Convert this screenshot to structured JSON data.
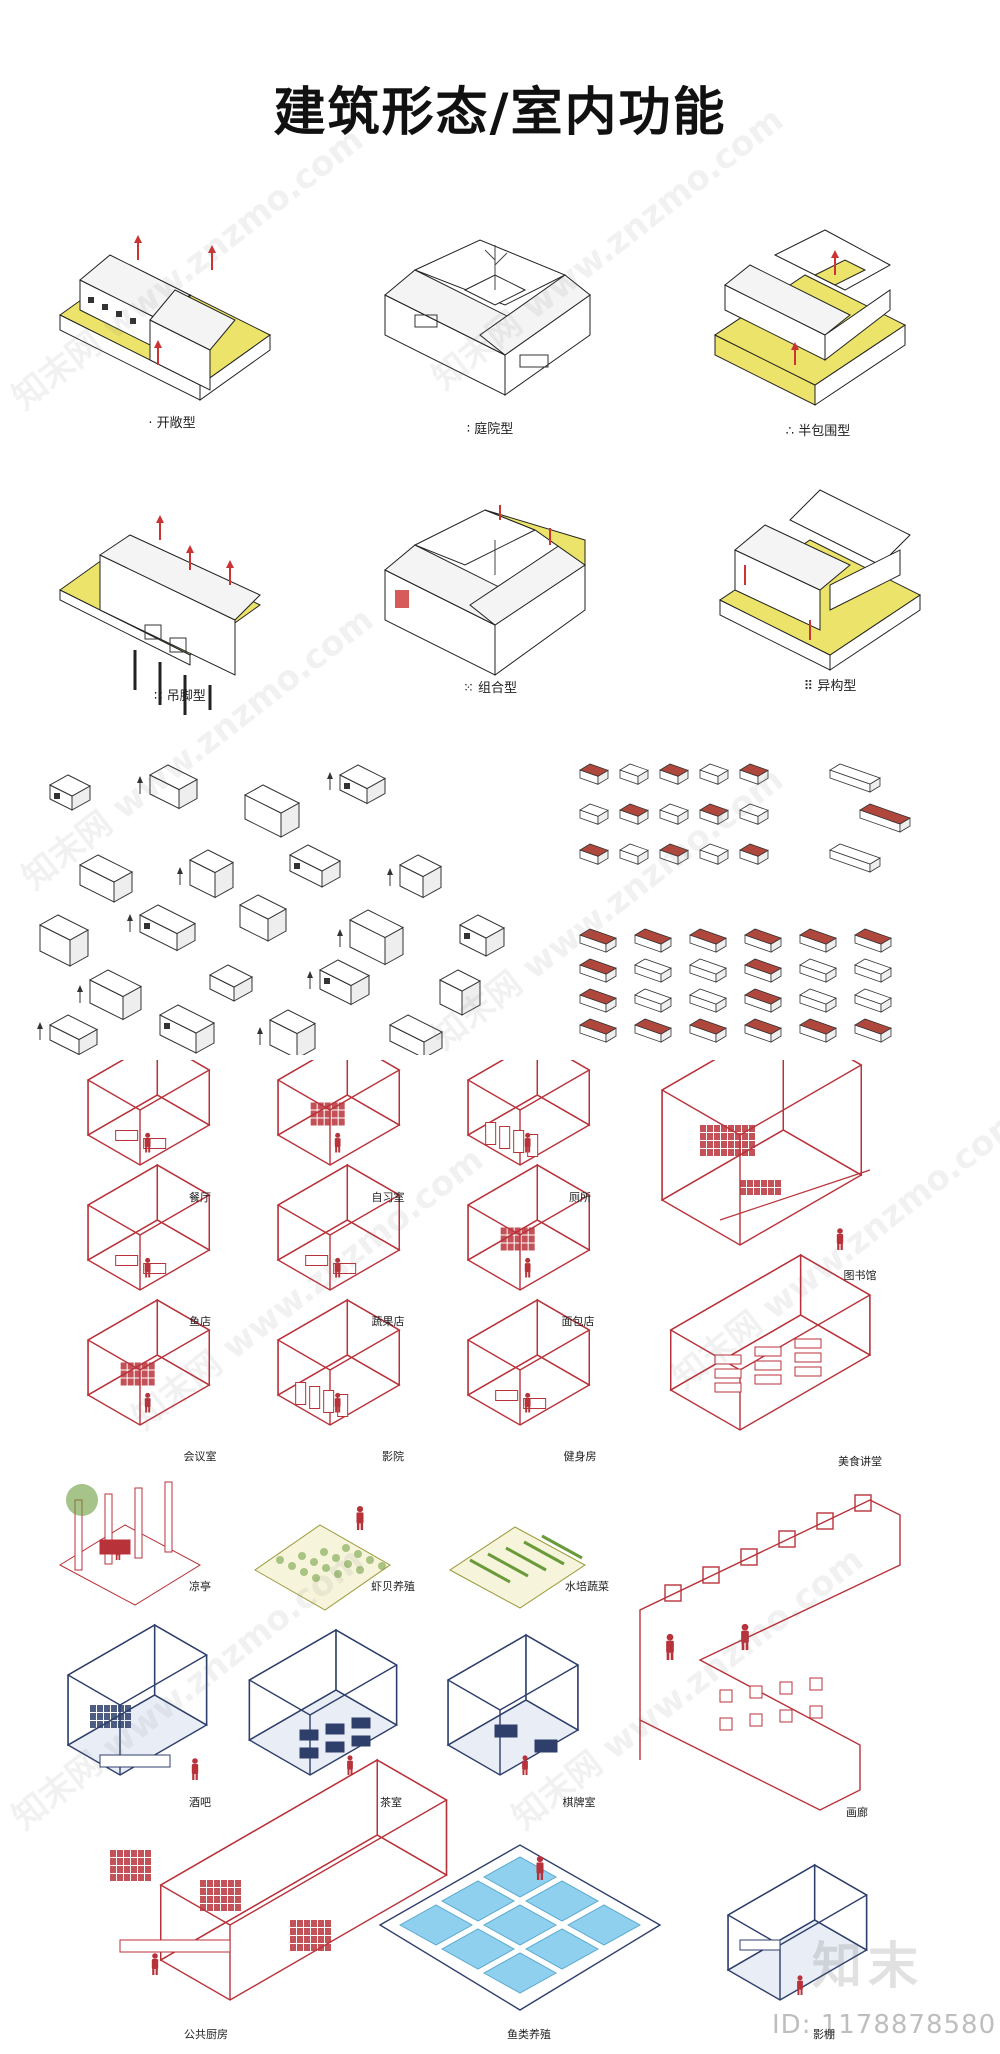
{
  "title": "建筑形态/室内功能",
  "forms": [
    {
      "label": "· 开敞型"
    },
    {
      "label": "∶ 庭院型"
    },
    {
      "label": "∴ 半包围型"
    },
    {
      "label": "∷ 吊脚型"
    },
    {
      "label": "⁙ 组合型"
    },
    {
      "label": "⠿ 异构型"
    }
  ],
  "functions": [
    {
      "label": "餐厅"
    },
    {
      "label": "自习室"
    },
    {
      "label": "厕所"
    },
    {
      "label": "图书馆"
    },
    {
      "label": "鱼店"
    },
    {
      "label": "蔬果店"
    },
    {
      "label": "面包店"
    },
    {
      "label": "会议室"
    },
    {
      "label": "影院"
    },
    {
      "label": "健身房"
    },
    {
      "label": "美食讲堂"
    },
    {
      "label": "凉亭"
    },
    {
      "label": "虾贝养殖"
    },
    {
      "label": "水培蔬菜"
    },
    {
      "label": "酒吧"
    },
    {
      "label": "茶室"
    },
    {
      "label": "棋牌室"
    },
    {
      "label": "画廊"
    },
    {
      "label": "公共厨房"
    },
    {
      "label": "鱼类养殖"
    },
    {
      "label": "影棚"
    }
  ],
  "watermark": {
    "text": "知末网 www.znzmo.com",
    "logo": "知末",
    "id": "ID: 1178878580"
  },
  "colors": {
    "accent_red": "#b8323a",
    "yellow": "#ece46a",
    "navy": "#2e3f6b",
    "water": "#8fd0ef",
    "green": "#6a9b3a"
  }
}
